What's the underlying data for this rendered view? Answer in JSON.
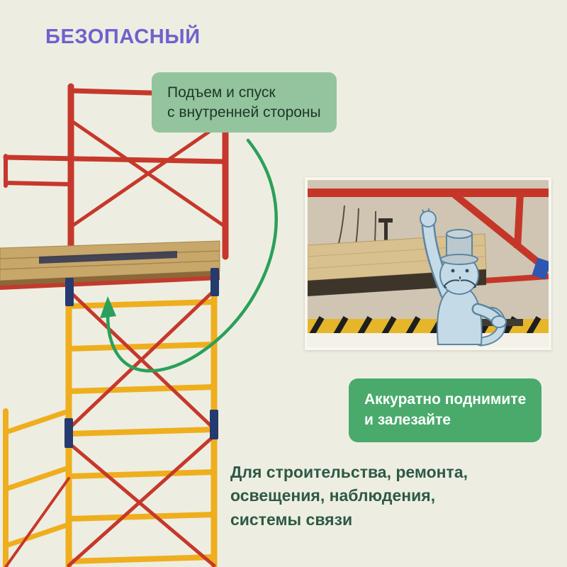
{
  "header": {
    "title": "БЕЗОПАСНЫЙ"
  },
  "callouts": {
    "ascent": "Подъем и спуск\nс внутренней стороны",
    "cta": "Аккуратно поднимите\nи залезайте",
    "usage": "Для строительства, ремонта,\nосвещения, наблюдения,\nсистемы связи"
  },
  "palette": {
    "background": "#edeee1",
    "title_purple": "#6f61ce",
    "bubble_green": "#94c49d",
    "bubble_text": "#1d3529",
    "cta_green": "#49aa6b",
    "cta_text": "#ffffff",
    "note_green": "#2e5947",
    "arrow_green": "#2ba05a",
    "scaffold_red": "#c6382b",
    "scaffold_yellow": "#efae1e",
    "scaffold_navy": "#253a6e",
    "platform_wood": "#c8a76a",
    "inset_bg": "#cfc5b2",
    "cat_blue": "#c4dbe7",
    "cat_outline": "#5d86a0",
    "hazard_yellow": "#e6b62a"
  }
}
